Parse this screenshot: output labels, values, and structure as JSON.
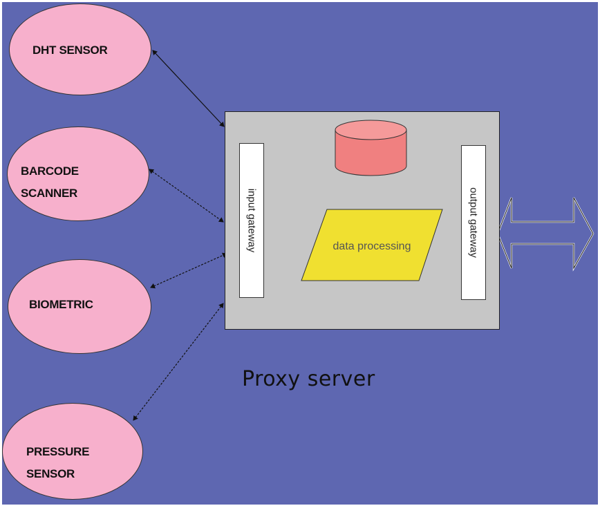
{
  "sensors": {
    "dht": "DHT SENSOR",
    "barcode_line1": "BARCODE",
    "barcode_line2": "SCANNER",
    "biometric": "BIOMETRIC",
    "pressure_line1": "PRESSURE",
    "pressure_line2": "SENSOR"
  },
  "server": {
    "input_gateway": "input gateway",
    "output_gateway": "output gateway",
    "data_processing": "data processing",
    "caption": "Proxy server"
  },
  "colors": {
    "background": "#5e67b1",
    "sensor_fill": "#f7b0cc",
    "server_fill": "#c6c6c6",
    "database_fill": "#f08080",
    "processing_fill": "#f0e030",
    "gateway_fill": "#ffffff"
  }
}
